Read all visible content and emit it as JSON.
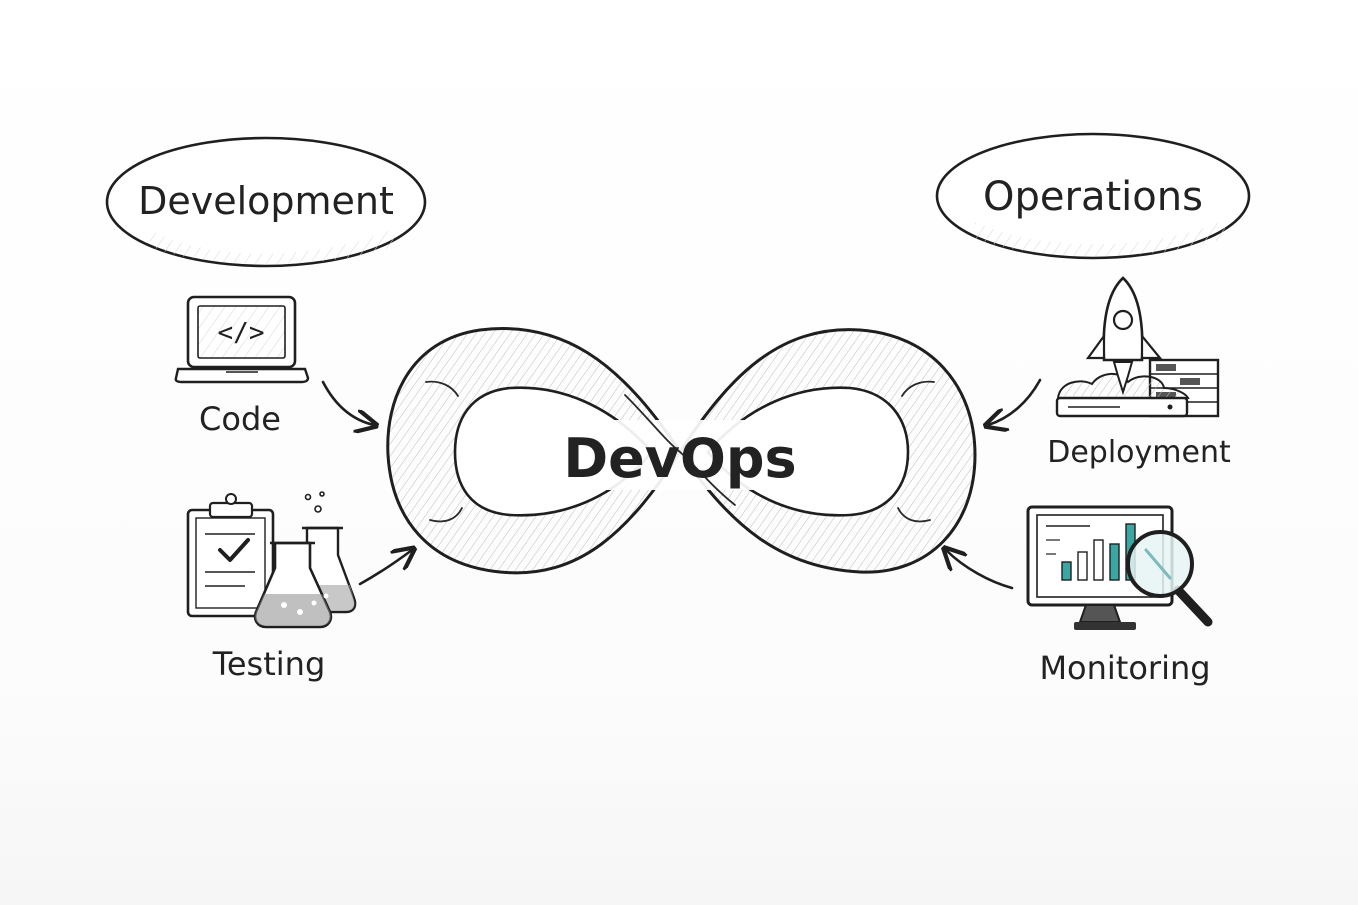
{
  "center": {
    "label": "DevOps"
  },
  "phases": {
    "development": {
      "label": "Development"
    },
    "operations": {
      "label": "Operations"
    }
  },
  "steps": {
    "code": {
      "label": "Code",
      "icon": "laptop-code-icon"
    },
    "testing": {
      "label": "Testing",
      "icon": "clipboard-flask-icon"
    },
    "deployment": {
      "label": "Deployment",
      "icon": "rocket-server-icon"
    },
    "monitoring": {
      "label": "Monitoring",
      "icon": "monitor-magnifier-icon"
    }
  },
  "colors": {
    "ink": "#1f1f1f",
    "accent": "#3aa7a3",
    "paper": "#ffffff"
  }
}
